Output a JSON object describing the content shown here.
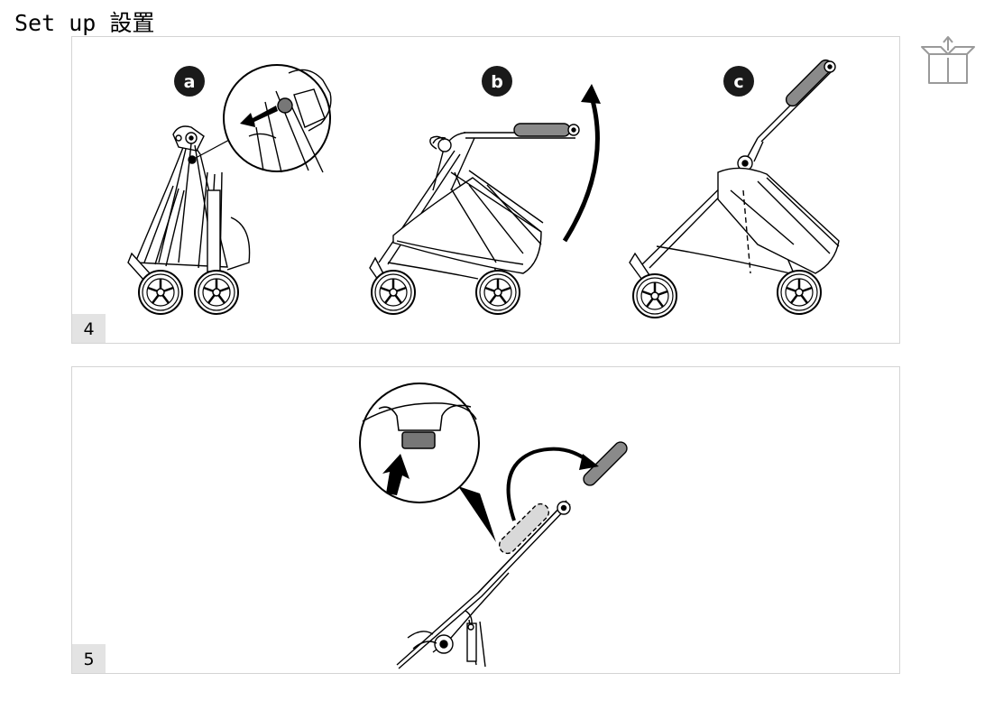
{
  "page": {
    "title": "Set up 設置"
  },
  "icons": {
    "unpack": "box-open-up-icon"
  },
  "steps": [
    {
      "number": "4",
      "substeps": [
        {
          "label": "a"
        },
        {
          "label": "b"
        },
        {
          "label": "c"
        }
      ]
    },
    {
      "number": "5"
    }
  ],
  "colors": {
    "grip": "#8a8a8a",
    "badge": "#1a1a1a",
    "panel_border": "#d4d4d4",
    "step_tab": "#e3e3e3"
  }
}
